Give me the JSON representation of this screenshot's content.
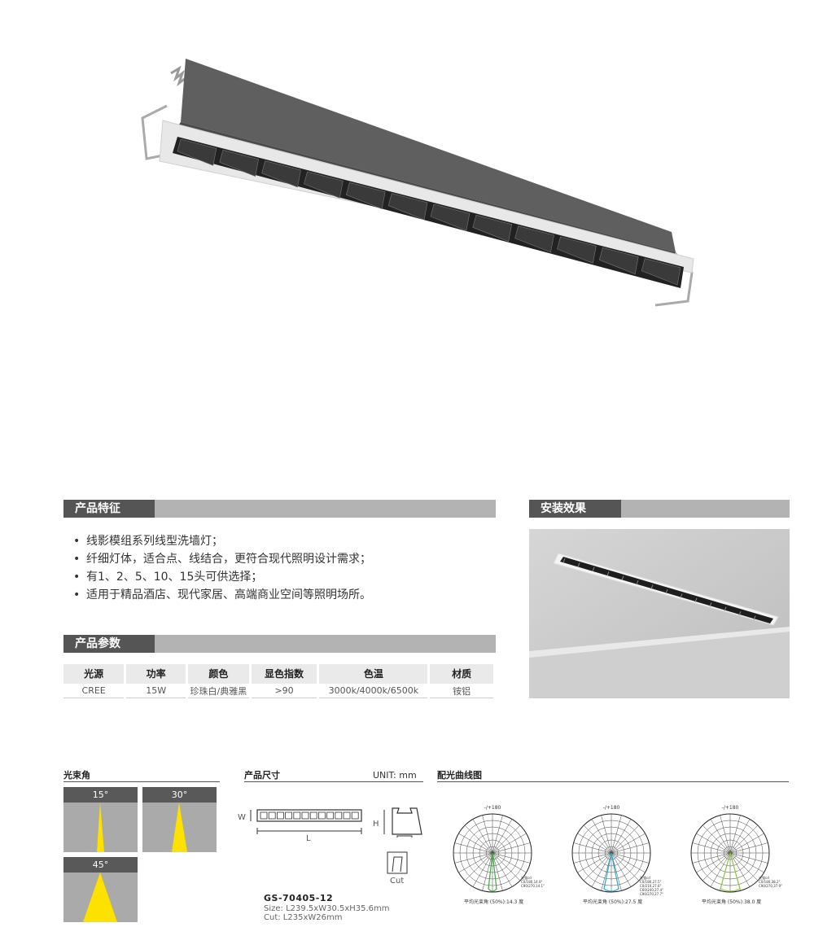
{
  "features": {
    "heading": "产品特征",
    "items": [
      "线影模组系列线型洗墙灯；",
      "纤细灯体，适合点、线结合，更符合现代照明设计需求；",
      "有1、2、5、10、15头可供选择；",
      "适用于精品酒店、现代家居、高端商业空间等照明场所。"
    ]
  },
  "params": {
    "heading": "产品参数",
    "headers": [
      "光源",
      "功率",
      "颜色",
      "显色指数",
      "色温",
      "材质"
    ],
    "values": [
      "CREE",
      "15W",
      "珍珠白/典雅黑",
      ">90",
      "3000k/4000k/6500k",
      "铵铝"
    ]
  },
  "install": {
    "heading": "安装效果"
  },
  "beam_angle": {
    "heading": "光束角",
    "items": [
      {
        "label": "15°"
      },
      {
        "label": "30°"
      },
      {
        "label": "45°"
      }
    ]
  },
  "dimensions": {
    "heading": "产品尺寸",
    "unit": "UNIT: mm",
    "w_label": "W",
    "l_label": "L",
    "h_label": "H",
    "cut_label": "Cut",
    "model": "GS-70405-12",
    "size": "Size: L239.5xW30.5xH35.6mm",
    "cut": "Cut: L235xW26mm"
  },
  "light_curve": {
    "heading": "配光曲线图",
    "charts": [
      {
        "caption": "平均光束角 (50%):14.3 度",
        "top_label": "-/+180",
        "legend": [
          "光强cd",
          "C0/180,14.9°",
          "C90/270,14.1°"
        ],
        "color": "#3fae3f"
      },
      {
        "caption": "平均光束角 (50%):27.5 度",
        "top_label": "-/+180",
        "legend": [
          "光强cd",
          "C0/180,27.5°",
          "C0/210,27.6°",
          "C60/240,27.4°",
          "C90/270,27.7°"
        ],
        "color": "#2aa7c9"
      },
      {
        "caption": "平均光束角 (50%):38.0 度",
        "top_label": "-/+180",
        "legend": [
          "光强cd",
          "C0/180,38.2°",
          "C90/270,37.9°"
        ],
        "color": "#8cc43f"
      }
    ]
  },
  "colors": {
    "section_tag": "#555555",
    "section_bar": "#b3b3b3",
    "beam_yellow": "#ffe100"
  }
}
